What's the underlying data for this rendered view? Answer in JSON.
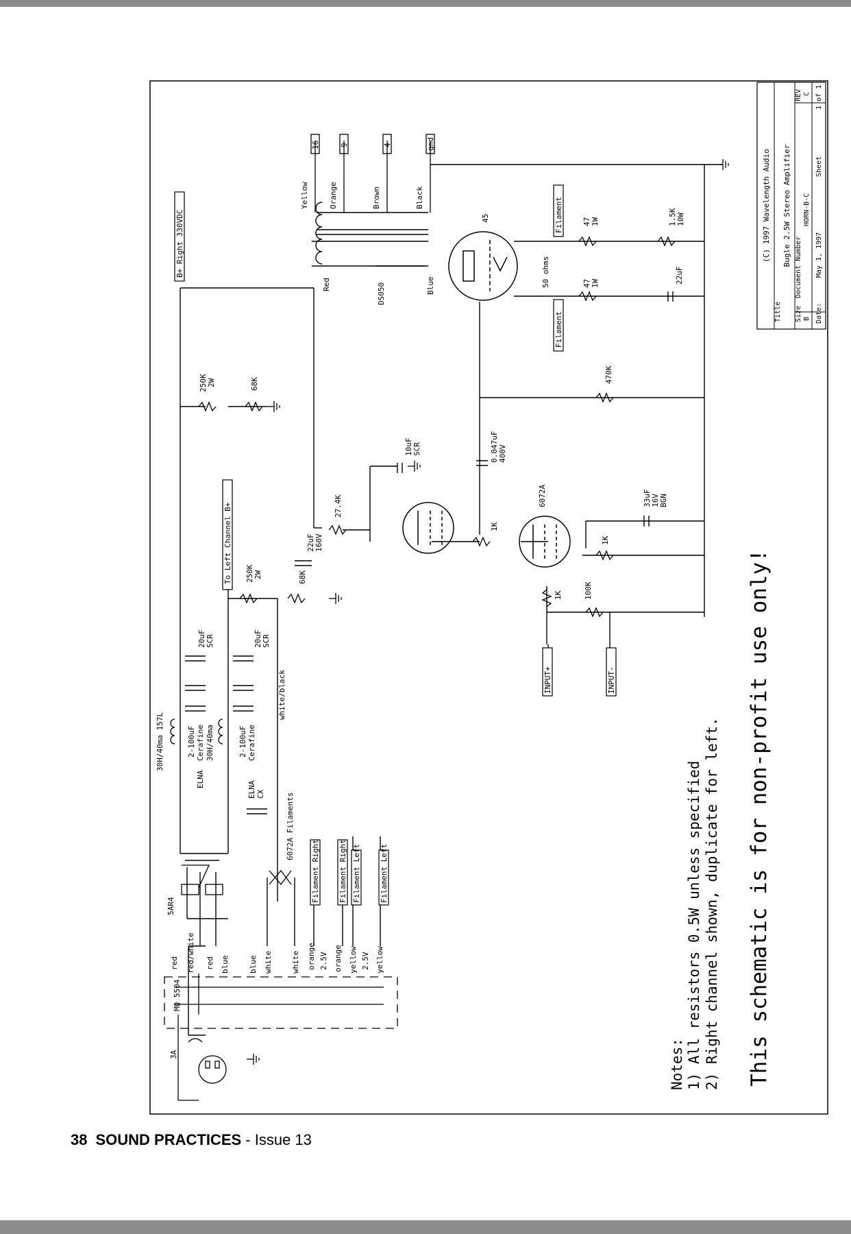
{
  "schematic": {
    "title_block": {
      "copyright": "(C) 1997 Wavelength Audio",
      "title_label": "Title",
      "title_value": "Bugle 2.5W Stereo Amplifier",
      "size_label": "Size",
      "size_value": "B",
      "doc_label": "Document Number",
      "doc_value": "HORN-B-C",
      "rev_label": "REV",
      "rev_value": "C",
      "date_label": "Date:",
      "date_value": "May 1, 1997",
      "sheet_label": "Sheet",
      "sheet_value": "1 of 1"
    },
    "labels": {
      "b_plus_right": "B+ Right 330VDC",
      "to_left_b": "To Left Channel B+",
      "choke1": "30H/40ma 157L",
      "choke2": "30H/40ma",
      "elna1": "2-100uF",
      "elna1b": "Cerafine",
      "elna1c": "ELNA",
      "elna2": "2-100uF",
      "elna2b": "Cerafine",
      "elna2c": "ELNA",
      "cx": "CX",
      "cap20a": "20uF",
      "cap20a2": "SCR",
      "cap20b": "20uF",
      "cap20b2": "SCR",
      "wb": "white/black",
      "r250a": "250K",
      "r250a2": "2W",
      "r68a": "68K",
      "r250b": "250K",
      "r250b2": "2W",
      "r68b": "68K",
      "c22": "22uF",
      "c22b": "160V",
      "r274": "27.4K",
      "c10": "10uF",
      "c10b": "SCR",
      "c047": "0.047uF",
      "c047b": "400V",
      "r1k_a": "1K",
      "r1k_b": "1K",
      "r1k_c": "1K",
      "r100k": "100K",
      "tube_6072": "6072A",
      "c33": "33uF",
      "c33b": "16V",
      "c33c": "BGN",
      "r470": "470K",
      "tube_45": "45",
      "ohm50": "50 ohms",
      "r47a": "47",
      "r47a2": "1W",
      "r47b": "47",
      "r47b2": "1W",
      "r15k": "1.5K",
      "r15k2": "10W",
      "c22b_cap": "22uF",
      "fil1": "Filament",
      "fil2": "Filament",
      "ot_red": "Red",
      "ot_model": "DS050",
      "ot_blue": "Blue",
      "sec_yellow": "Yellow",
      "sec_orange": "Orange",
      "sec_brown": "Brown",
      "sec_black": "Black",
      "tap16": "16",
      "tap9": "9",
      "tap4": "4",
      "tapgnd": "gnd",
      "input_plus": "INPUT+",
      "input_minus": "INPUT-",
      "rect": "5AR4",
      "ptx": "MQ 5504",
      "fuse": "3A",
      "w_red1": "red",
      "w_redwhite": "red/white",
      "w_red2": "red",
      "w_blue1": "blue",
      "w_blue2": "blue",
      "w_white1": "white",
      "w_white2": "white",
      "w_orange1": "orange",
      "w_25a": "2.5V",
      "w_orange2": "orange",
      "w_yellow1": "yellow",
      "w_25b": "2.5V",
      "w_yellow2": "yellow",
      "fil_rr": "Filament Right",
      "fil_rr2": "Filament Right",
      "fil_ll": "Filament Left",
      "fil_ll2": "Filament Left",
      "fil6072": "6072A Filaments"
    },
    "notes": {
      "head": "Notes:",
      "n1": "1) All resistors 0.5W unless specified",
      "n2": "2) Right channel shown, duplicate for left."
    },
    "disclaimer": "This schematic is for non-profit use only!"
  },
  "footer": {
    "page_number": "38",
    "publication": "SOUND PRACTICES",
    "issue": " - Issue 13"
  }
}
